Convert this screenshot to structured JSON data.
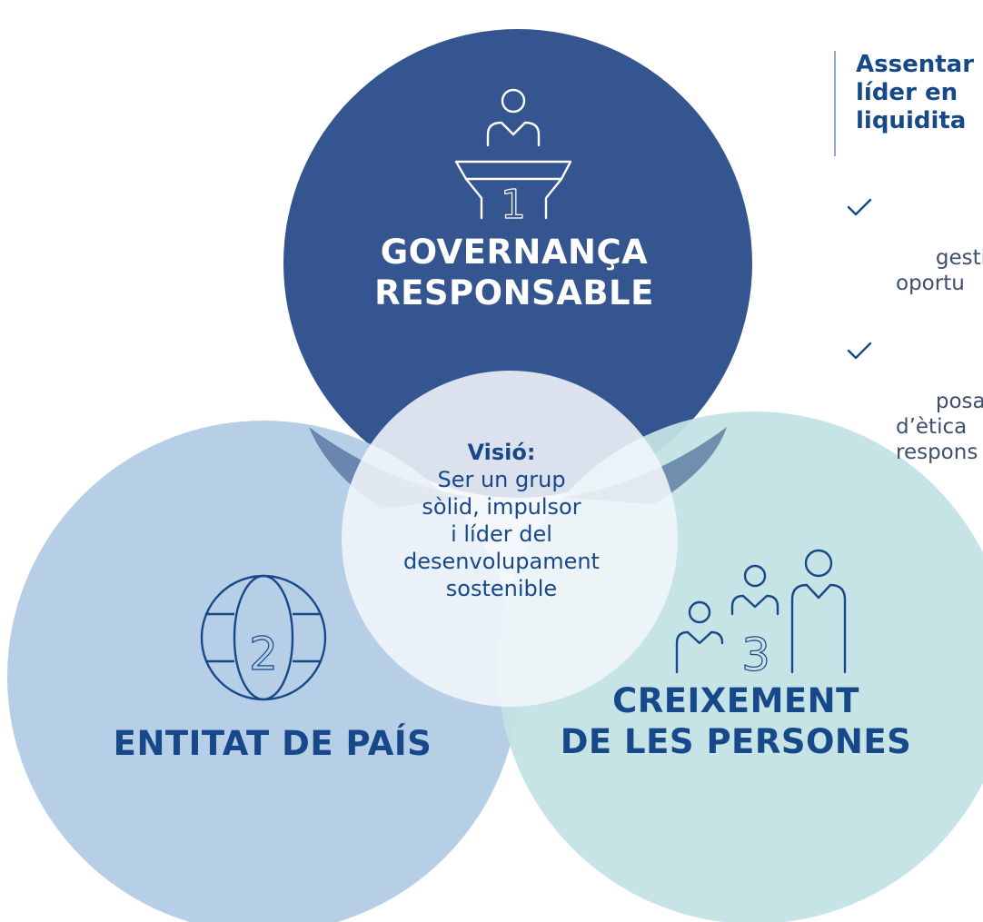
{
  "pillars": [
    {
      "number": "1",
      "title": "GOVERNANÇA\nRESPONSABLE",
      "color": "#34558f",
      "icon": "person-at-podium-icon"
    },
    {
      "number": "2",
      "title": "ENTITAT DE PAÍS",
      "color": "#b4cde6",
      "icon": "globe-icon"
    },
    {
      "number": "3",
      "title": "CREIXEMENT\nDE LES PERSONES",
      "color": "#c3e2e5",
      "icon": "people-group-icon"
    }
  ],
  "vision": {
    "label": "Visió:",
    "text": "Ser un grup\nsòlid, impulsor\ni líder del\ndesenvolupament\nsostenible",
    "color": "#f3f6fa"
  },
  "aside": {
    "title": "Assentar\nlíder en\nliquidita",
    "bullets": [
      "gestion\noportu",
      "posant\nd’ètica\nrespons"
    ],
    "bullet_icon": "check-icon"
  },
  "colors": {
    "accent": "#17498a",
    "text": "#3d4f6b"
  }
}
